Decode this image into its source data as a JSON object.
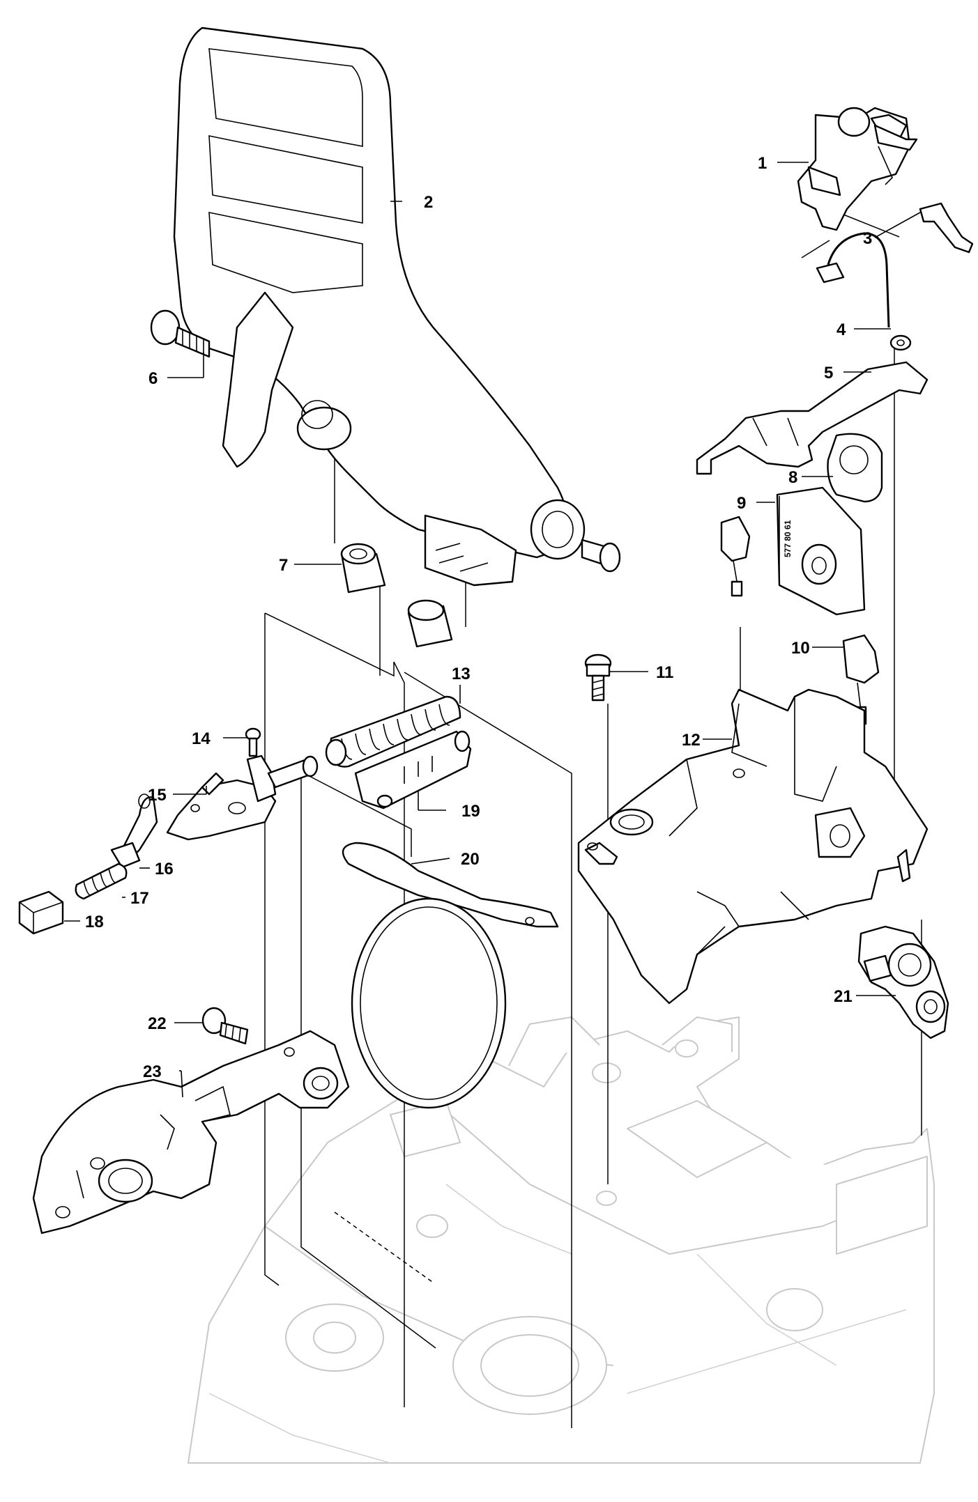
{
  "labels": [
    "1",
    "2",
    "3",
    "4",
    "5",
    "6",
    "7",
    "8",
    "9",
    "10",
    "11",
    "12",
    "13",
    "14",
    "15",
    "16",
    "17",
    "18",
    "19",
    "20",
    "21",
    "22",
    "23"
  ],
  "decal_text": "577 80 61"
}
